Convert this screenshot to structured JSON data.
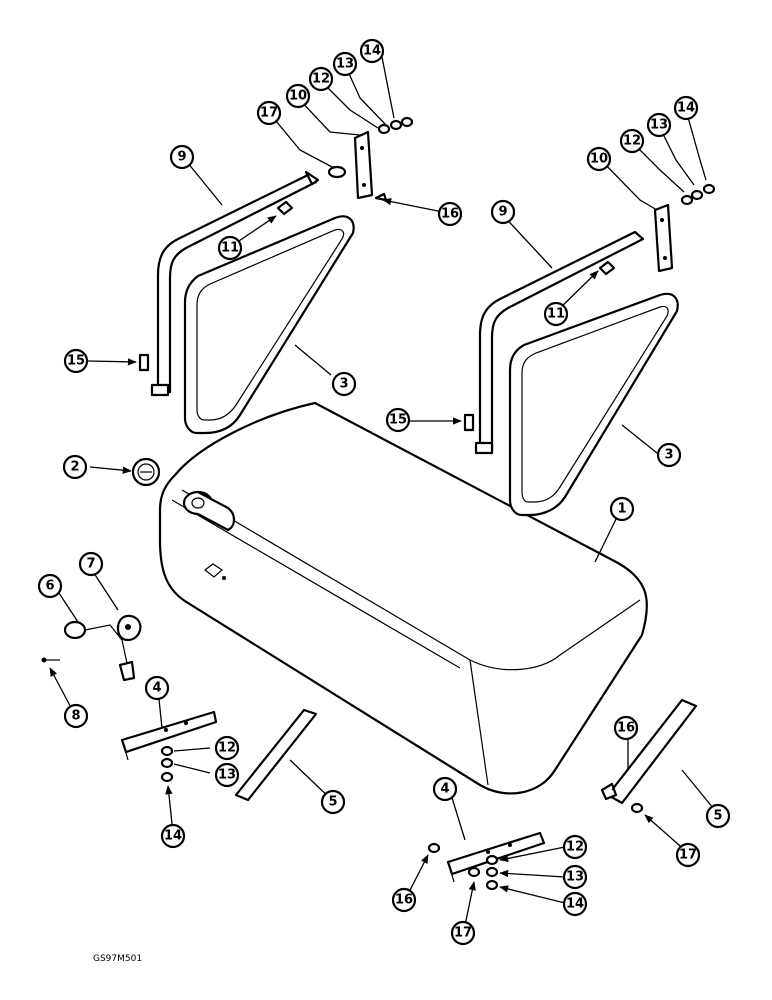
{
  "figure_id": "GS97M501",
  "callout_numbers": [
    "1",
    "2",
    "3",
    "4",
    "5",
    "6",
    "7",
    "8",
    "9",
    "10",
    "11",
    "12",
    "13",
    "14",
    "15",
    "16",
    "17"
  ],
  "colors": {
    "ink": "#000000",
    "paper": "#ffffff"
  }
}
